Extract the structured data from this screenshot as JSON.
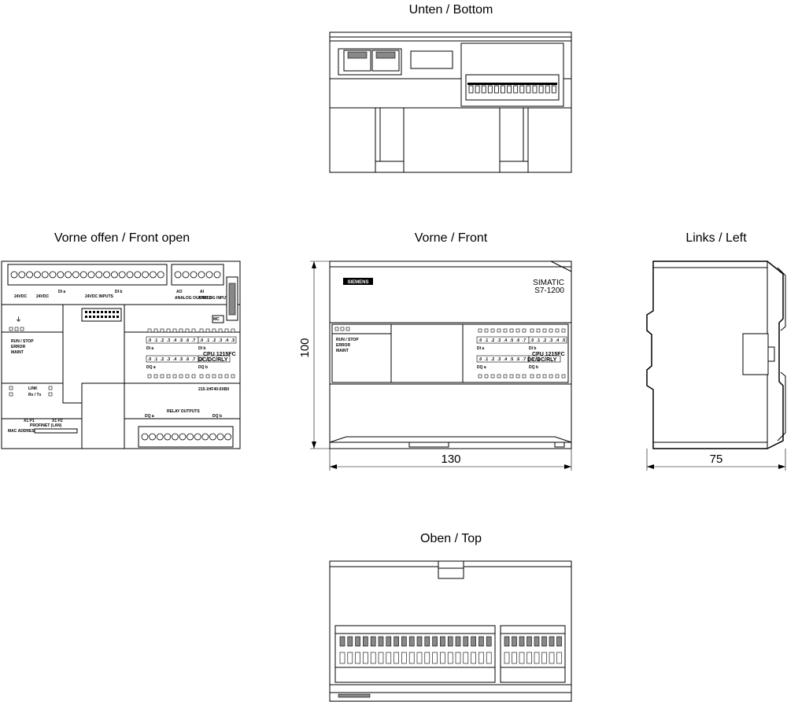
{
  "views": {
    "bottom": {
      "title": "Unten / Bottom"
    },
    "front_open": {
      "title": "Vorne offen / Front open"
    },
    "front": {
      "title": "Vorne / Front"
    },
    "left": {
      "title": "Links / Left"
    },
    "top": {
      "title": "Oben / Top"
    }
  },
  "dimensions": {
    "height": "100",
    "width": "130",
    "depth": "75"
  },
  "device": {
    "brand": "SIEMENS",
    "product_line_1": "SIMATIC",
    "product_line_2": "S7-1200",
    "model": "CPU 1215FC",
    "variant": "DC/DC/RLY",
    "order_number": "215-1HF40-0XB0",
    "status_labels": [
      "RUN / STOP",
      "ERROR",
      "MAINT"
    ],
    "link_label": "LINK",
    "rxtx_label": "Rx / Tx",
    "port_labels": [
      "X1 P1",
      "X1 P2"
    ],
    "profinet_label": "PROFINET (LAN)",
    "mac_label": "MAC ADDRESS",
    "mc_label": "MC",
    "supply_label": "24VDC",
    "inputs_label": "24VDC INPUTS",
    "analog_outputs_label": "ANALOG OUTPUTS",
    "analog_inputs_label": "ANALOG INPUTS",
    "relay_outputs_label": "RELAY OUTPUTS",
    "di_a": "DI a",
    "di_b": "DI b",
    "dq_a": "DQ a",
    "dq_b": "DQ b",
    "ai_label": "AI",
    "ao_label": "AO",
    "channels_di_a": [
      ".0",
      ".1",
      ".2",
      ".3",
      ".4",
      ".5",
      ".6",
      ".7"
    ],
    "channels_di_b": [
      ".0",
      ".1",
      ".2",
      ".3",
      ".4",
      ".5"
    ],
    "channels_dq_a": [
      ".0",
      ".1",
      ".2",
      ".3",
      ".4",
      ".5",
      ".6",
      ".7"
    ],
    "channels_dq_b": [
      ".0",
      ".1"
    ]
  }
}
